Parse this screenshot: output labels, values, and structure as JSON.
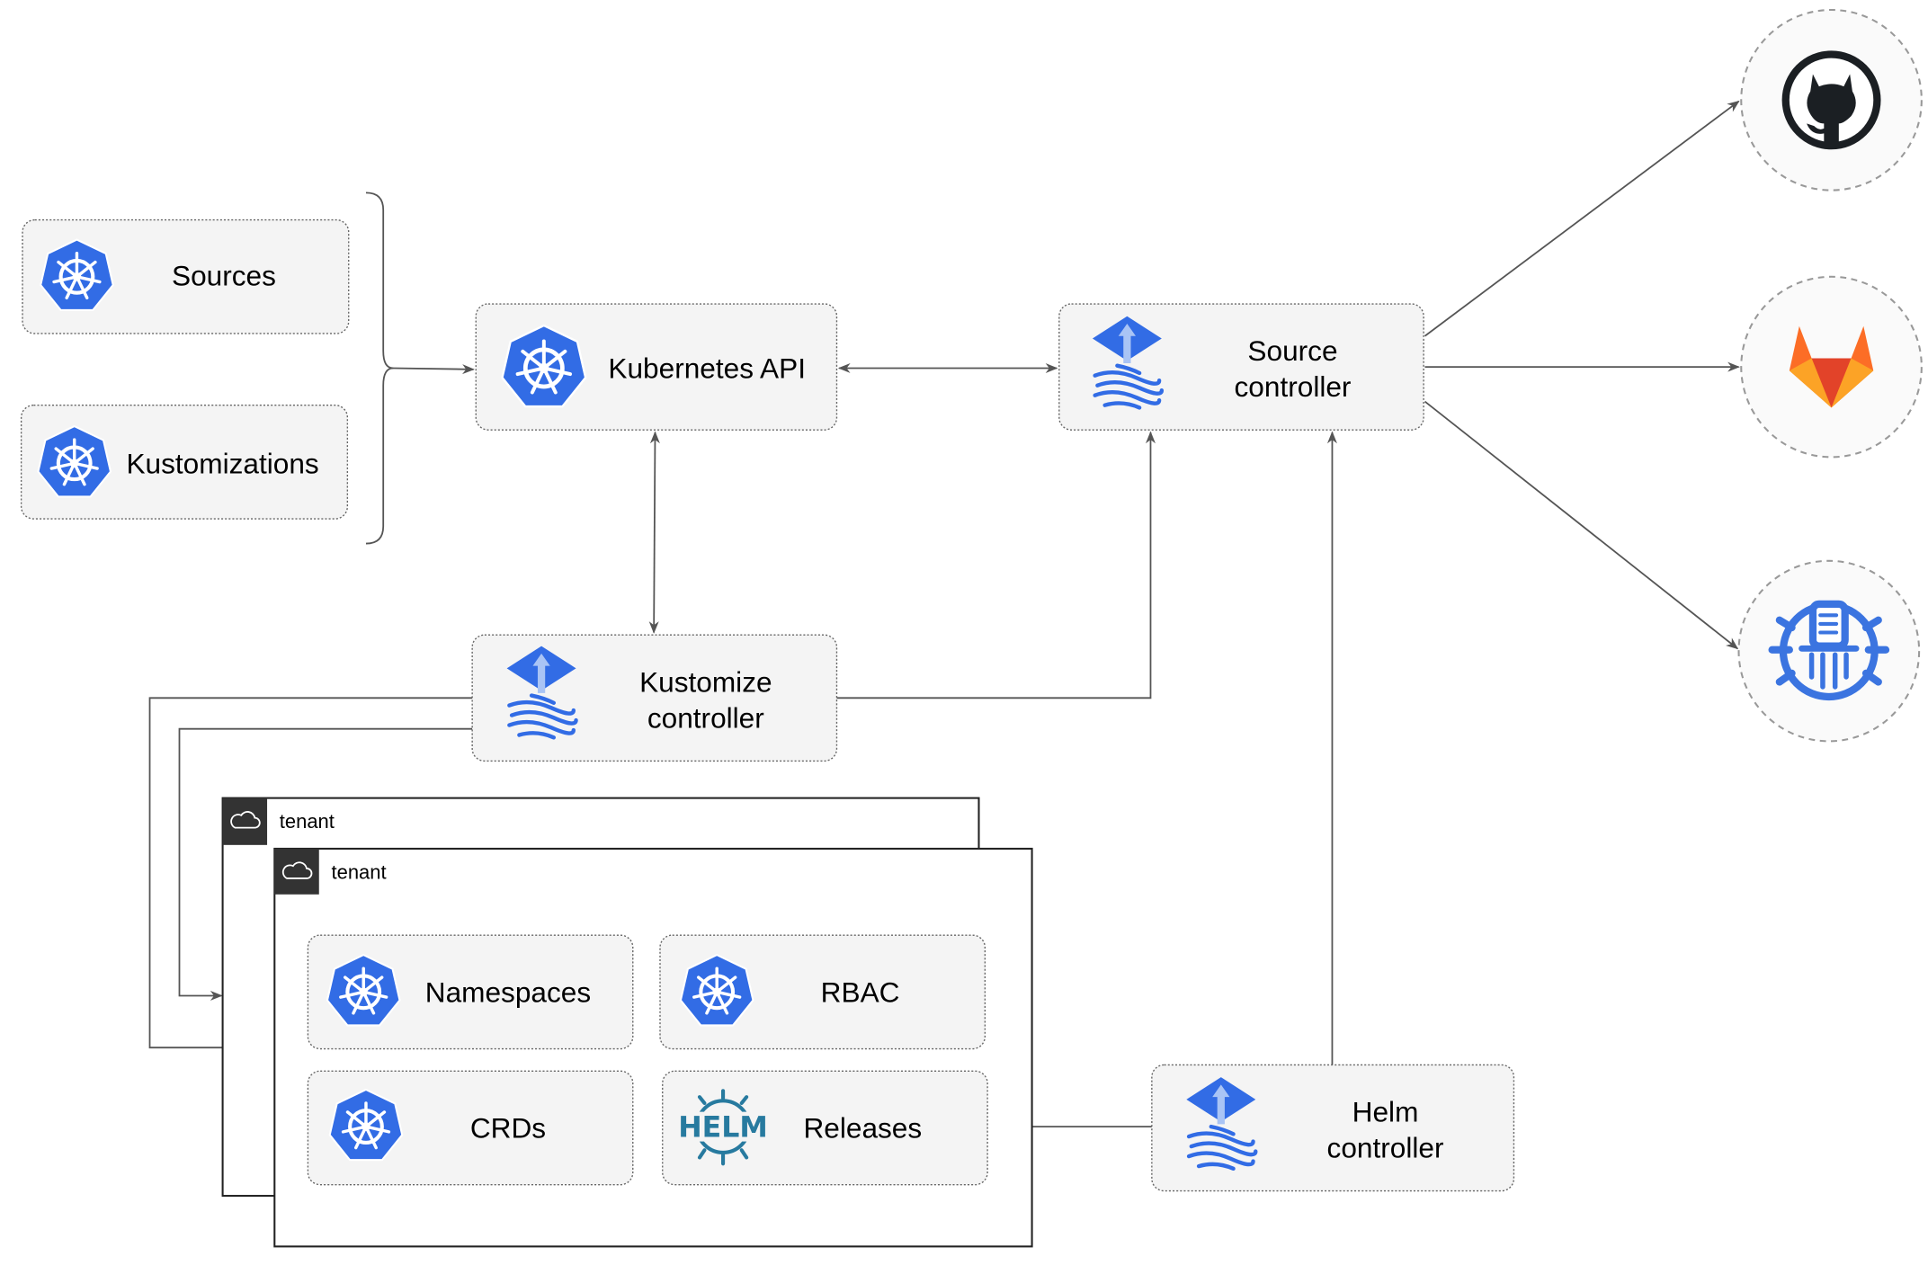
{
  "nodes": {
    "sources": "Sources",
    "kustomizations": "Kustomizations",
    "kubernetes_api": "Kubernetes API",
    "source_controller": [
      "Source",
      "controller"
    ],
    "kustomize_controller": [
      "Kustomize",
      "controller"
    ],
    "helm_controller": [
      "Helm",
      "controller"
    ],
    "namespaces": "Namespaces",
    "rbac": "RBAC",
    "crds": "CRDs",
    "releases": "Releases",
    "helm_logo_text": "HELM"
  },
  "tenants": [
    "tenant",
    "tenant"
  ],
  "external": [
    "github-icon",
    "gitlab-icon",
    "bucket-icon"
  ],
  "colors": {
    "k8s_blue": "#326ce5",
    "helm": "#277a9f",
    "gitlab": "#fc6d26",
    "github": "#1b1f23"
  }
}
